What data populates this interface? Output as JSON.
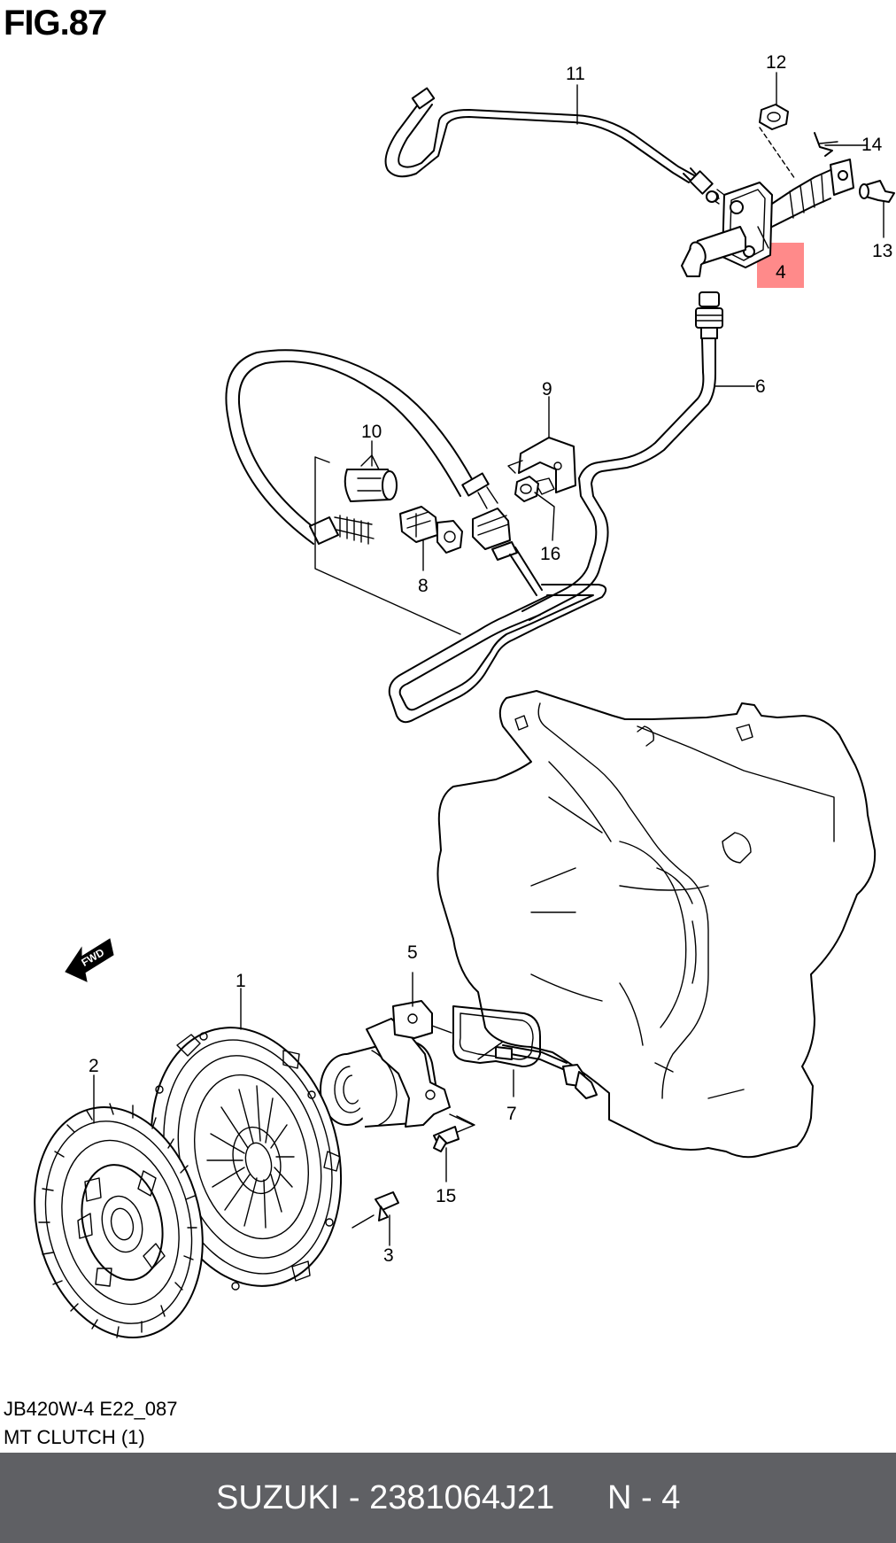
{
  "figure": {
    "title": "FIG.87"
  },
  "callouts": [
    {
      "id": "c1",
      "text": "1"
    },
    {
      "id": "c2",
      "text": "2"
    },
    {
      "id": "c3",
      "text": "3"
    },
    {
      "id": "c4",
      "text": "4",
      "highlighted": true
    },
    {
      "id": "c5",
      "text": "5"
    },
    {
      "id": "c6",
      "text": "6"
    },
    {
      "id": "c7",
      "text": "7"
    },
    {
      "id": "c8",
      "text": "8"
    },
    {
      "id": "c9",
      "text": "9"
    },
    {
      "id": "c10",
      "text": "10"
    },
    {
      "id": "c11",
      "text": "11"
    },
    {
      "id": "c12",
      "text": "12"
    },
    {
      "id": "c13",
      "text": "13"
    },
    {
      "id": "c14",
      "text": "14"
    },
    {
      "id": "c15",
      "text": "15"
    },
    {
      "id": "c16",
      "text": "16"
    }
  ],
  "fwd_arrow": {
    "text": "FWD"
  },
  "captions": {
    "code": "JB420W-4 E22_087",
    "name": "MT CLUTCH (1)"
  },
  "footer": {
    "part": "SUZUKI - 2381064J21",
    "page": "N - 4"
  },
  "colors": {
    "highlight": "#ff8a8a",
    "footer_bg": "#5f6064",
    "footer_text": "#ffffff"
  }
}
